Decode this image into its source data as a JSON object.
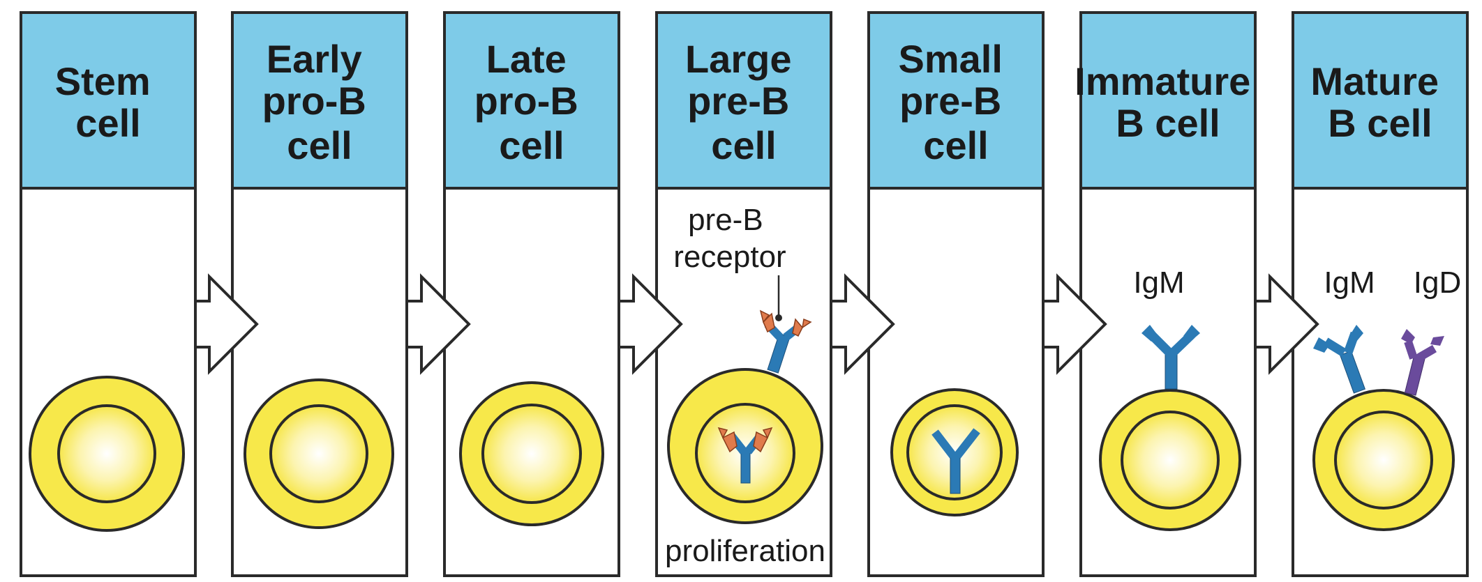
{
  "stages": [
    {
      "id": "stem",
      "title": [
        "Stem",
        "cell"
      ]
    },
    {
      "id": "early-pro-b",
      "title": [
        "Early",
        "pro-B",
        "cell"
      ]
    },
    {
      "id": "late-pro-b",
      "title": [
        "Late",
        "pro-B",
        "cell"
      ]
    },
    {
      "id": "large-pre-b",
      "title": [
        "Large",
        "pre-B",
        "cell"
      ]
    },
    {
      "id": "small-pre-b",
      "title": [
        "Small",
        "pre-B",
        "cell"
      ]
    },
    {
      "id": "immature-b",
      "title": [
        "Immature",
        "B cell"
      ]
    },
    {
      "id": "mature-b",
      "title": [
        "Mature",
        "B cell"
      ]
    }
  ],
  "labels": {
    "pre_b_receptor": [
      "pre-B",
      "receptor"
    ],
    "proliferation": "proliferation",
    "igm_immature": "IgM",
    "igm_mature": "IgM",
    "igd_mature": "IgD"
  },
  "colors": {
    "header": "#7ecbe8",
    "outline": "#2a2a2a",
    "cell_outer": "#f7e84a",
    "cell_inner": "#fdf7c8",
    "receptor_stem": "#2b7ab5",
    "receptor_light": "#e07b4c",
    "igd": "#6a4b9c"
  }
}
